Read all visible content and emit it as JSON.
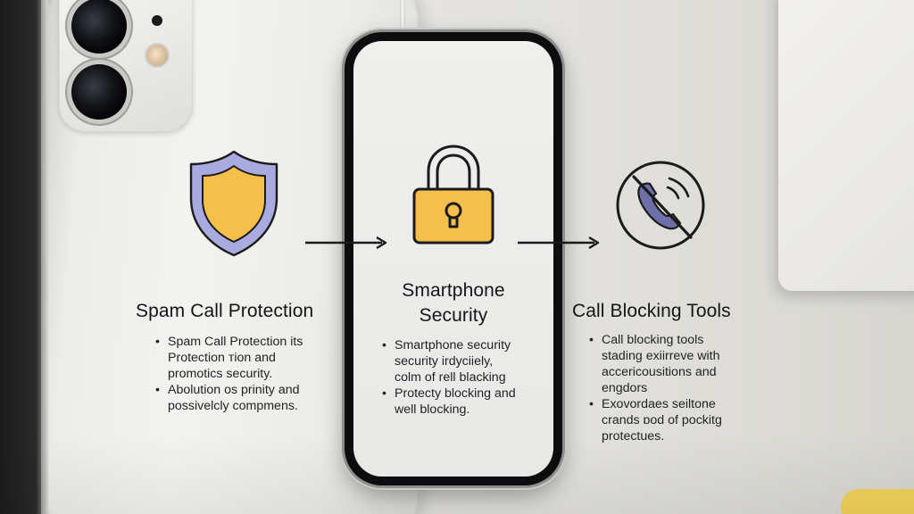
{
  "colors": {
    "shield_fill": "#F5C04A",
    "shield_border": "#A9AAE0",
    "lock_fill": "#F5C04A",
    "phone_handset": "#6E6FA8",
    "outline": "#1B1B1B"
  },
  "icons": {
    "left": "shield-icon",
    "center": "padlock-icon",
    "right": "phone-blocked-icon"
  },
  "columns": {
    "left": {
      "title": "Spam Call Protection",
      "bullets": [
        "Spam Call Protection its\nProtection ᴛion and\npromotics security.",
        "Abolution os prinity and\npossivelcly compmens."
      ]
    },
    "center": {
      "title": "Smartphone Security",
      "bullets": [
        "Smartphone security\nsecurity irdyciiely,\ncolm of rell blacking",
        "Protecty blocking and\nwell blocking."
      ]
    },
    "right": {
      "title": "Call Blocking Tools",
      "bullets": [
        "Call blocking tools\nstading exiirreve with\naccericousitions and\nengdors",
        "Exovordaes seiltone\ncrands ɒod of pockitg\nprotectues."
      ]
    }
  }
}
